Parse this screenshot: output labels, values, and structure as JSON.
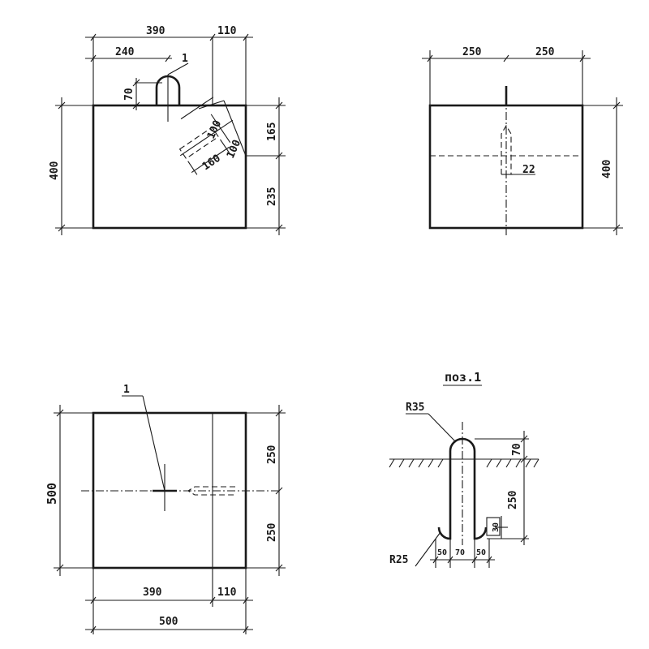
{
  "views": {
    "front": {
      "dim_top_left": "390",
      "dim_top_right": "110",
      "dim_loop_offset": "240",
      "dim_loop_height": "70",
      "dim_side_height": "400",
      "dim_right_upper": "165",
      "dim_right_lower": "235",
      "dim_slot_width_a": "100",
      "dim_slot_width_b": "100",
      "dim_slot_length": "160",
      "callout": "1"
    },
    "side": {
      "dim_top_left": "250",
      "dim_top_right": "250",
      "dim_height": "400",
      "dim_pipe": "22"
    },
    "plan": {
      "callout": "1",
      "dim_side_width": "500",
      "dim_right_upper": "250",
      "dim_right_lower": "250",
      "dim_bottom_left": "390",
      "dim_bottom_right": "110",
      "dim_bottom_total": "500"
    },
    "detail": {
      "title": "поз.1",
      "dim_radius_top": "R35",
      "dim_radius_bottom": "R25",
      "dim_top_height": "70",
      "dim_leg_height": "250",
      "dim_hook_height": "30",
      "dim_base_left": "50",
      "dim_base_mid": "70",
      "dim_base_right": "50"
    }
  }
}
